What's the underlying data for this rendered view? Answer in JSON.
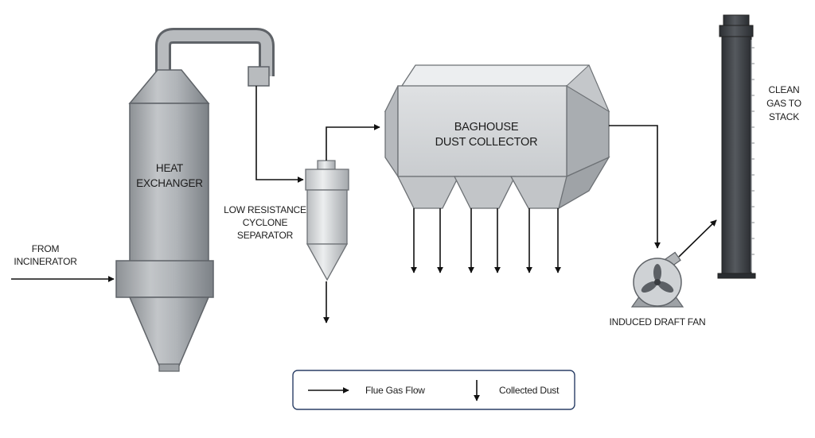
{
  "labels": {
    "from_incinerator": [
      "FROM",
      "INCINERATOR"
    ],
    "heat_exchanger": [
      "HEAT",
      "EXCHANGER"
    ],
    "cyclone": [
      "LOW RESISTANCE",
      "CYCLONE",
      "SEPARATOR"
    ],
    "baghouse": [
      "BAGHOUSE",
      "DUST COLLECTOR"
    ],
    "fan": "INDUCED DRAFT FAN",
    "stack": [
      "CLEAN",
      "GAS TO",
      "STACK"
    ]
  },
  "legend": {
    "flue_gas": "Flue Gas Flow",
    "collected_dust": "Collected Dust"
  },
  "colors": {
    "line": "#111111",
    "metal_light": "#d4d6d8",
    "metal_mid": "#a9adb1",
    "metal_dark": "#7c8186",
    "stack": "#3d4146",
    "legend_border": "#2a3f66"
  }
}
